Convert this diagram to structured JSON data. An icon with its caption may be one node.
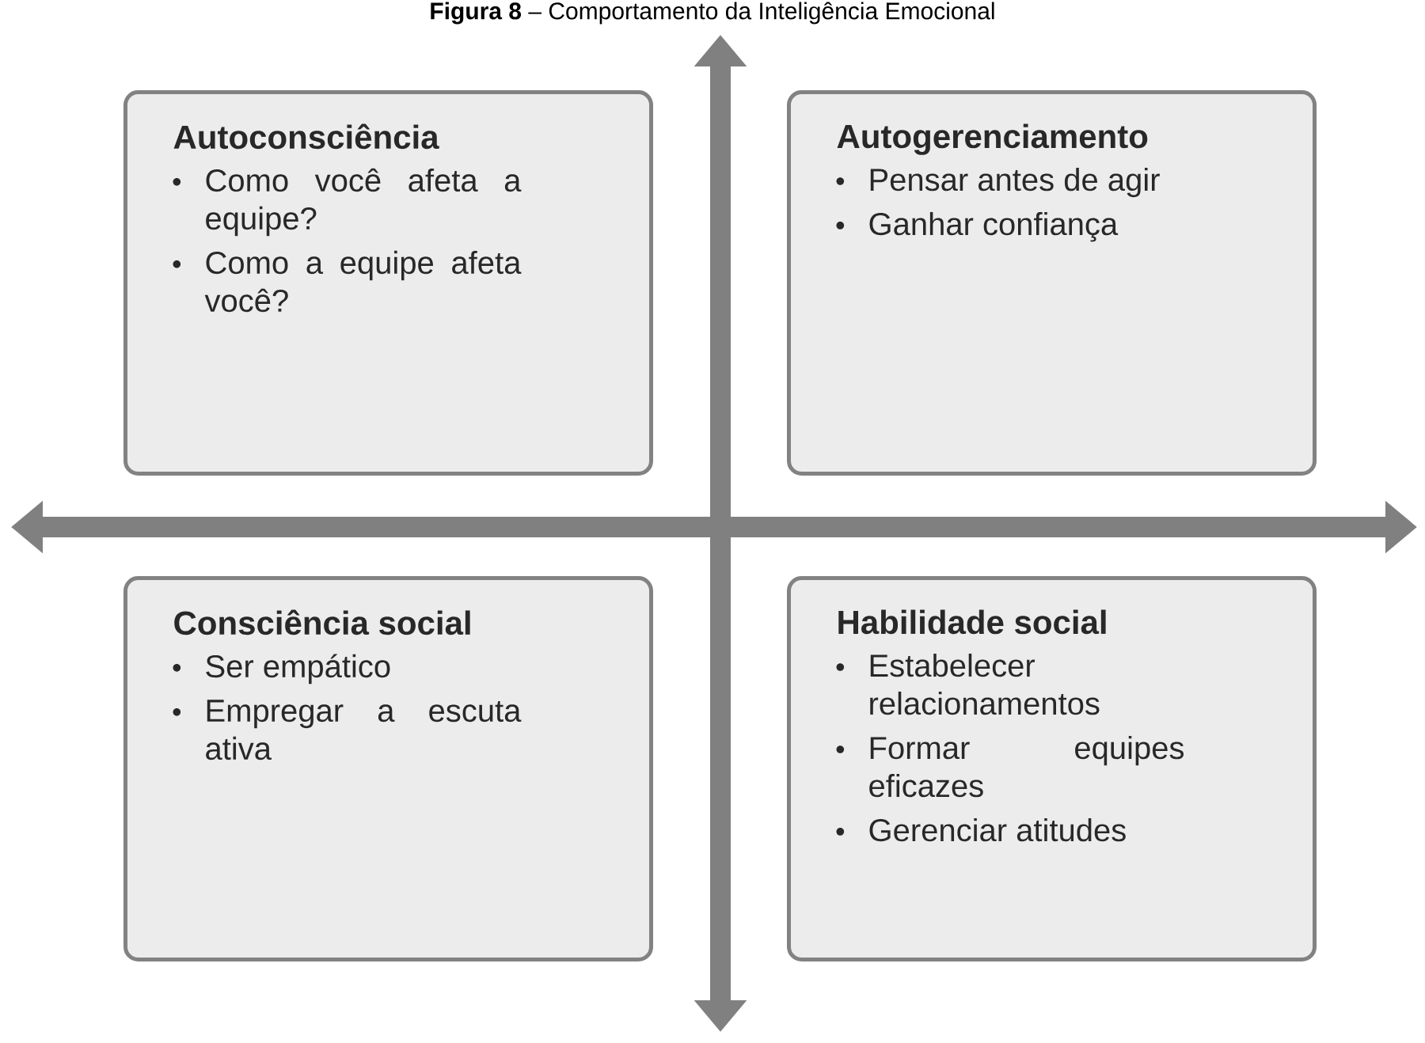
{
  "diagram": {
    "title": "**Figura 8** – Comportamento da Inteligência Emocional",
    "nodes": [
      {
        "text": [
          "Autoconsciência",
          "Como você afeta a equipe?",
          "Como a equipe afeta você?"
        ]
      },
      {
        "text": [
          "Autogerenciamento",
          "Pensar antes de agir",
          "Ganhar confiança"
        ]
      },
      {
        "text": [
          "Consciência social",
          "Ser empático",
          "Empregar a escuta ativa"
        ]
      },
      {
        "text": [
          "Habilidade social",
          "Estabelecer relacionamentos",
          "Formar equipes eficazes",
          "Gerenciar atitudes"
        ]
      }
    ]
  }
}
